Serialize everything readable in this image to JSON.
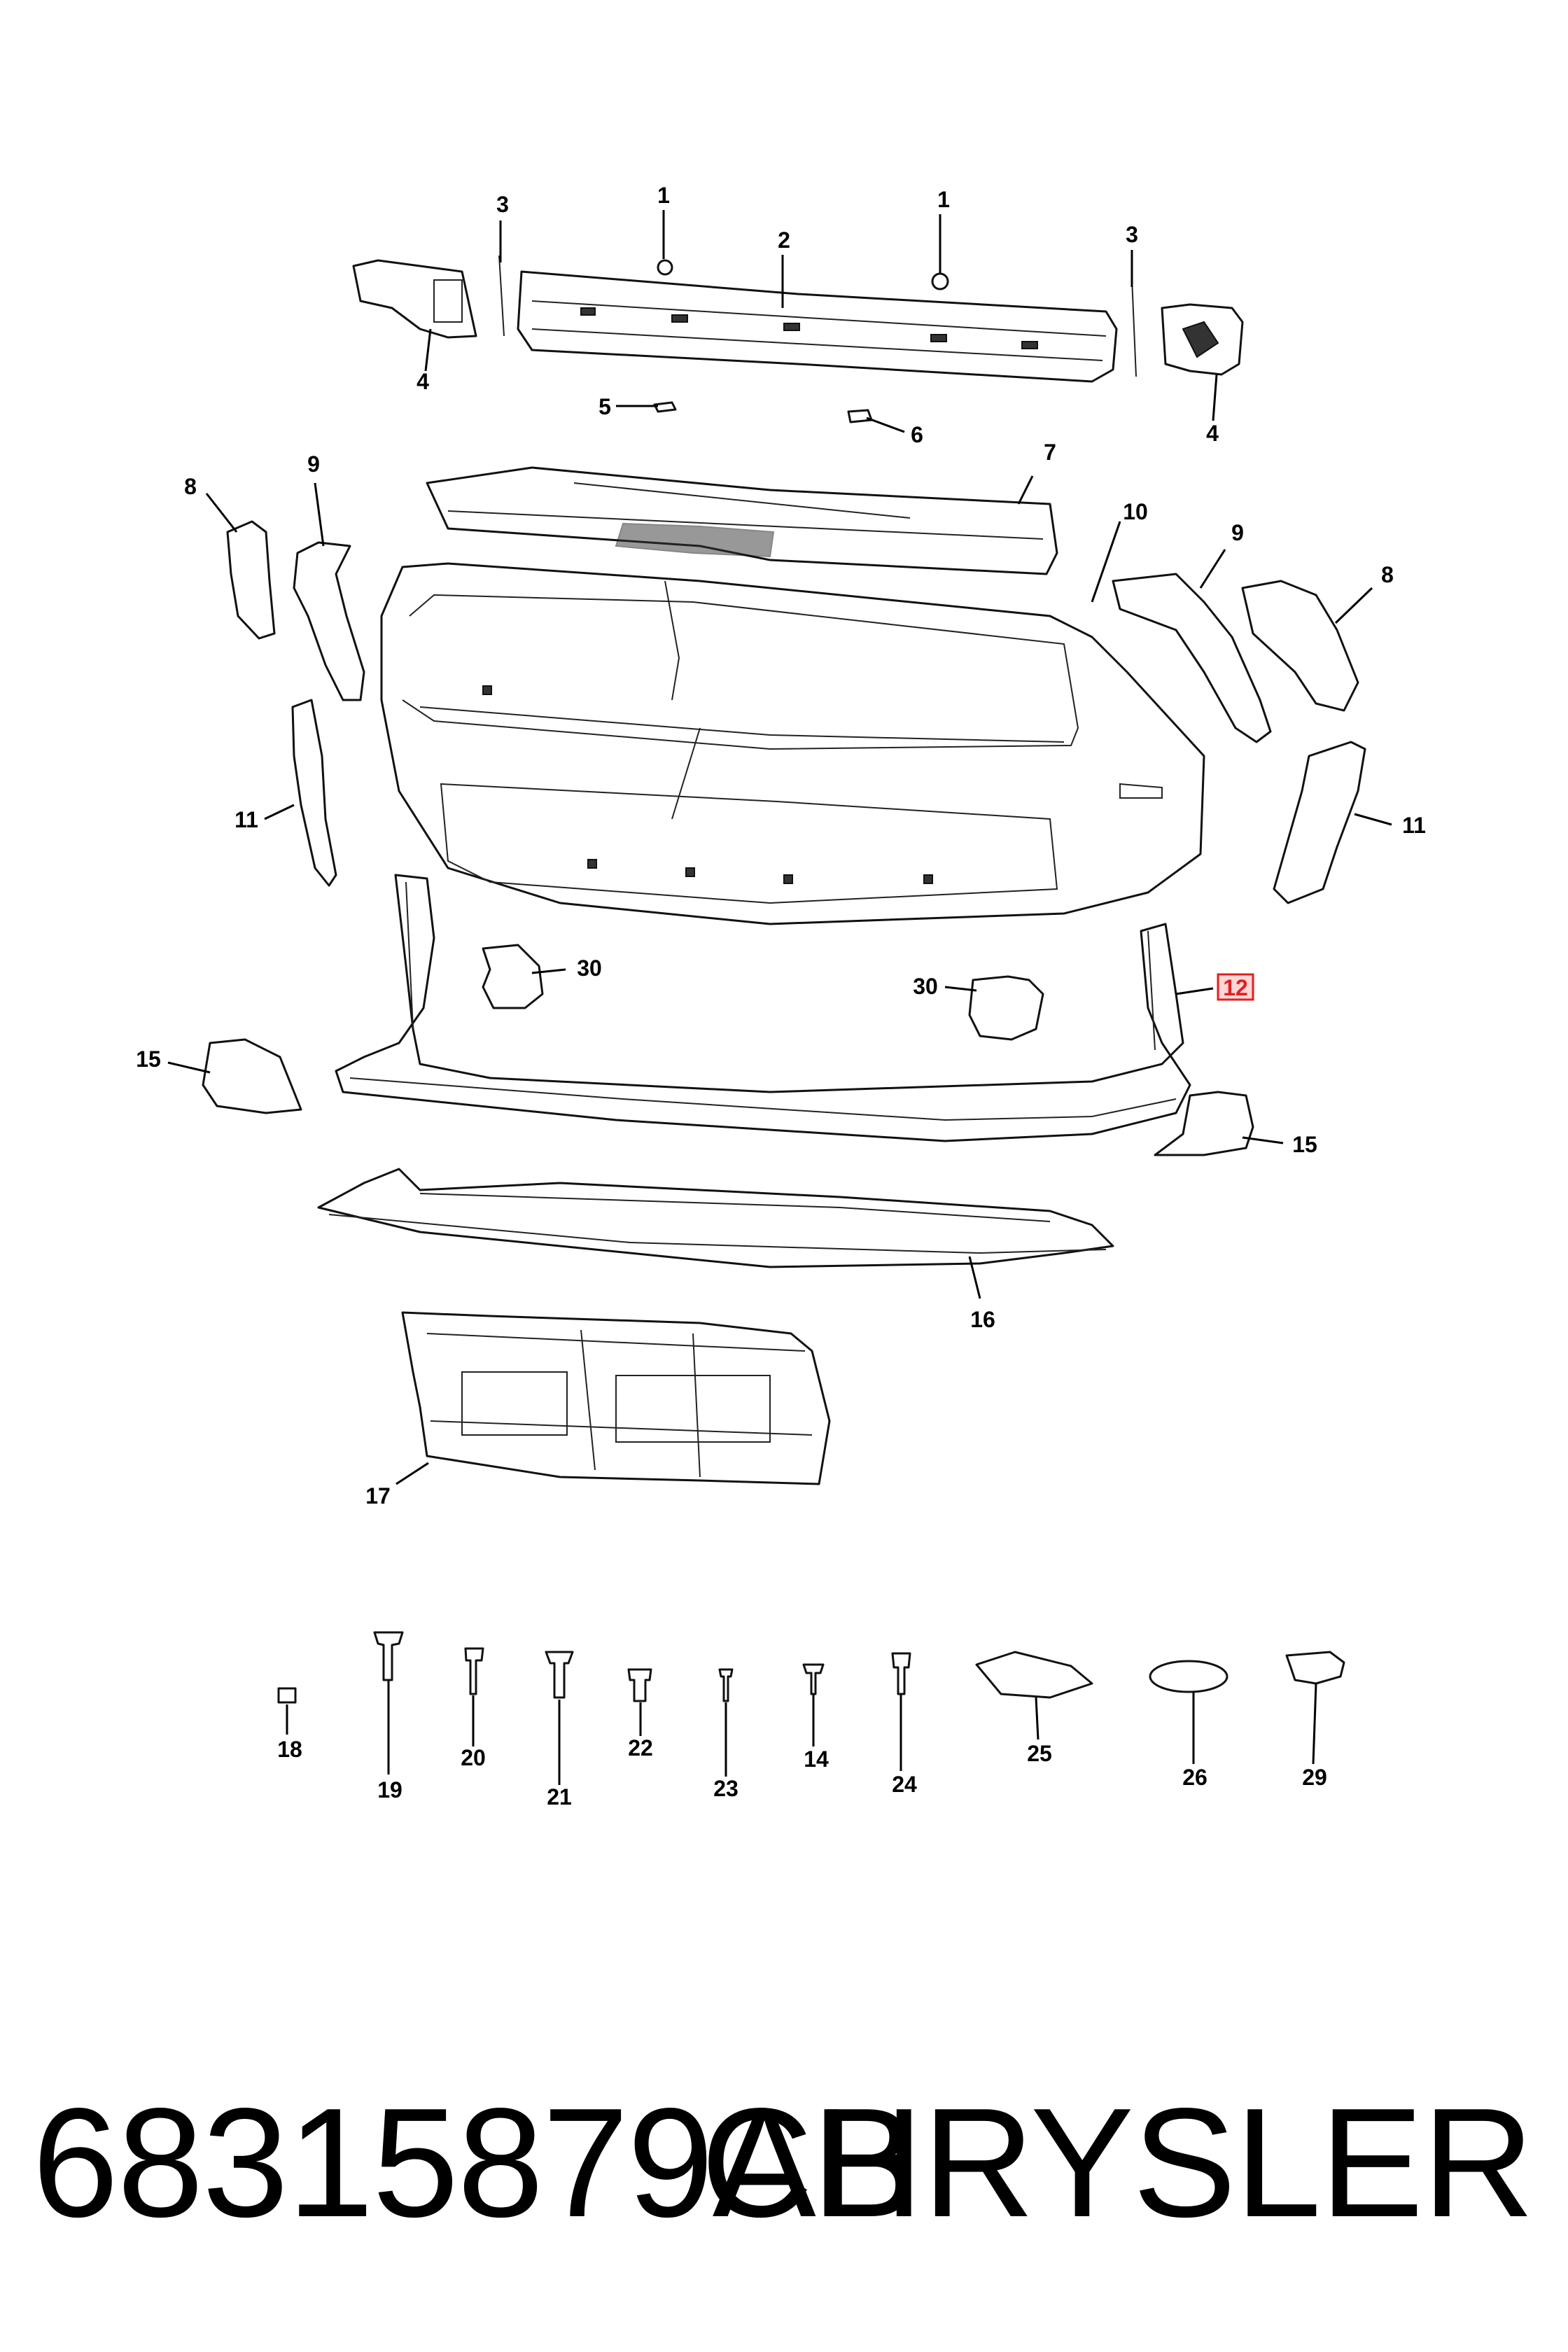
{
  "callouts": [
    {
      "id": "c1a",
      "label": "1"
    },
    {
      "id": "c1b",
      "label": "1"
    },
    {
      "id": "c2",
      "label": "2"
    },
    {
      "id": "c3a",
      "label": "3"
    },
    {
      "id": "c3b",
      "label": "3"
    },
    {
      "id": "c4a",
      "label": "4"
    },
    {
      "id": "c4b",
      "label": "4"
    },
    {
      "id": "c5",
      "label": "5"
    },
    {
      "id": "c6",
      "label": "6"
    },
    {
      "id": "c7",
      "label": "7"
    },
    {
      "id": "c8a",
      "label": "8"
    },
    {
      "id": "c8b",
      "label": "8"
    },
    {
      "id": "c9a",
      "label": "9"
    },
    {
      "id": "c9b",
      "label": "9"
    },
    {
      "id": "c10",
      "label": "10"
    },
    {
      "id": "c11a",
      "label": "11"
    },
    {
      "id": "c11b",
      "label": "11"
    },
    {
      "id": "c12",
      "label": "12",
      "highlighted": true
    },
    {
      "id": "c15a",
      "label": "15"
    },
    {
      "id": "c15b",
      "label": "15"
    },
    {
      "id": "c16",
      "label": "16"
    },
    {
      "id": "c17",
      "label": "17"
    },
    {
      "id": "c30a",
      "label": "30"
    },
    {
      "id": "c30b",
      "label": "30"
    },
    {
      "id": "c18",
      "label": "18"
    },
    {
      "id": "c19",
      "label": "19"
    },
    {
      "id": "c20",
      "label": "20"
    },
    {
      "id": "c21",
      "label": "21"
    },
    {
      "id": "c22",
      "label": "22"
    },
    {
      "id": "c23",
      "label": "23"
    },
    {
      "id": "c14",
      "label": "14"
    },
    {
      "id": "c24",
      "label": "24"
    },
    {
      "id": "c25",
      "label": "25"
    },
    {
      "id": "c26",
      "label": "26"
    },
    {
      "id": "c29",
      "label": "29"
    }
  ],
  "footer": {
    "part_number": "68315879AB",
    "brand": "CHRYSLER"
  },
  "colors": {
    "line": "#111111",
    "highlight_fill": "#ffd6d6",
    "highlight_stroke": "#e02020"
  }
}
